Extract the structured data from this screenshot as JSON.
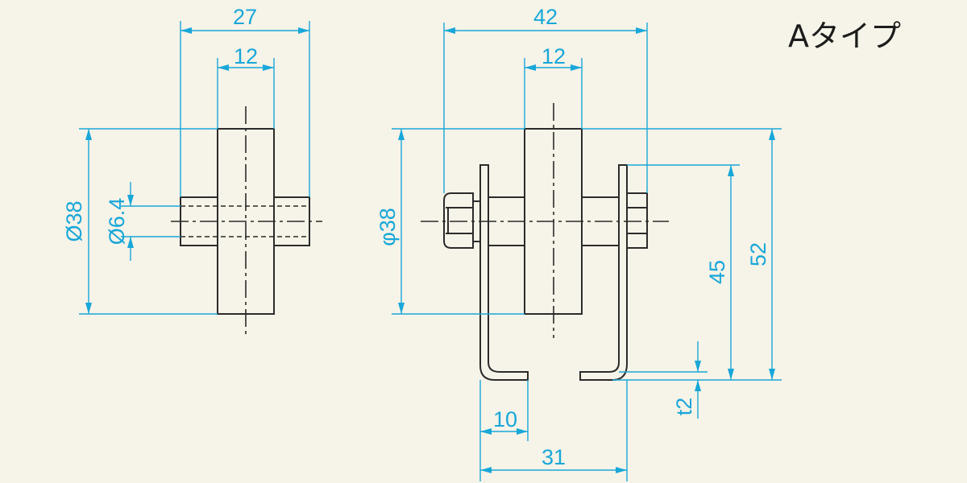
{
  "title": "Aタイプ",
  "colors": {
    "background": "#f6f3e8",
    "dimension": "#18a7d9",
    "outline": "#2b2b2b"
  },
  "left_view": {
    "dims": {
      "overall_width": "27",
      "roller_width": "12",
      "roller_dia": "Ø38",
      "shaft_dia": "Ø6.4"
    }
  },
  "right_view": {
    "dims": {
      "overall_width": "42",
      "roller_width": "12",
      "roller_dia": "φ38",
      "height_45": "45",
      "height_52": "52",
      "thickness": "t2",
      "foot_length": "10",
      "base_width": "31"
    }
  }
}
